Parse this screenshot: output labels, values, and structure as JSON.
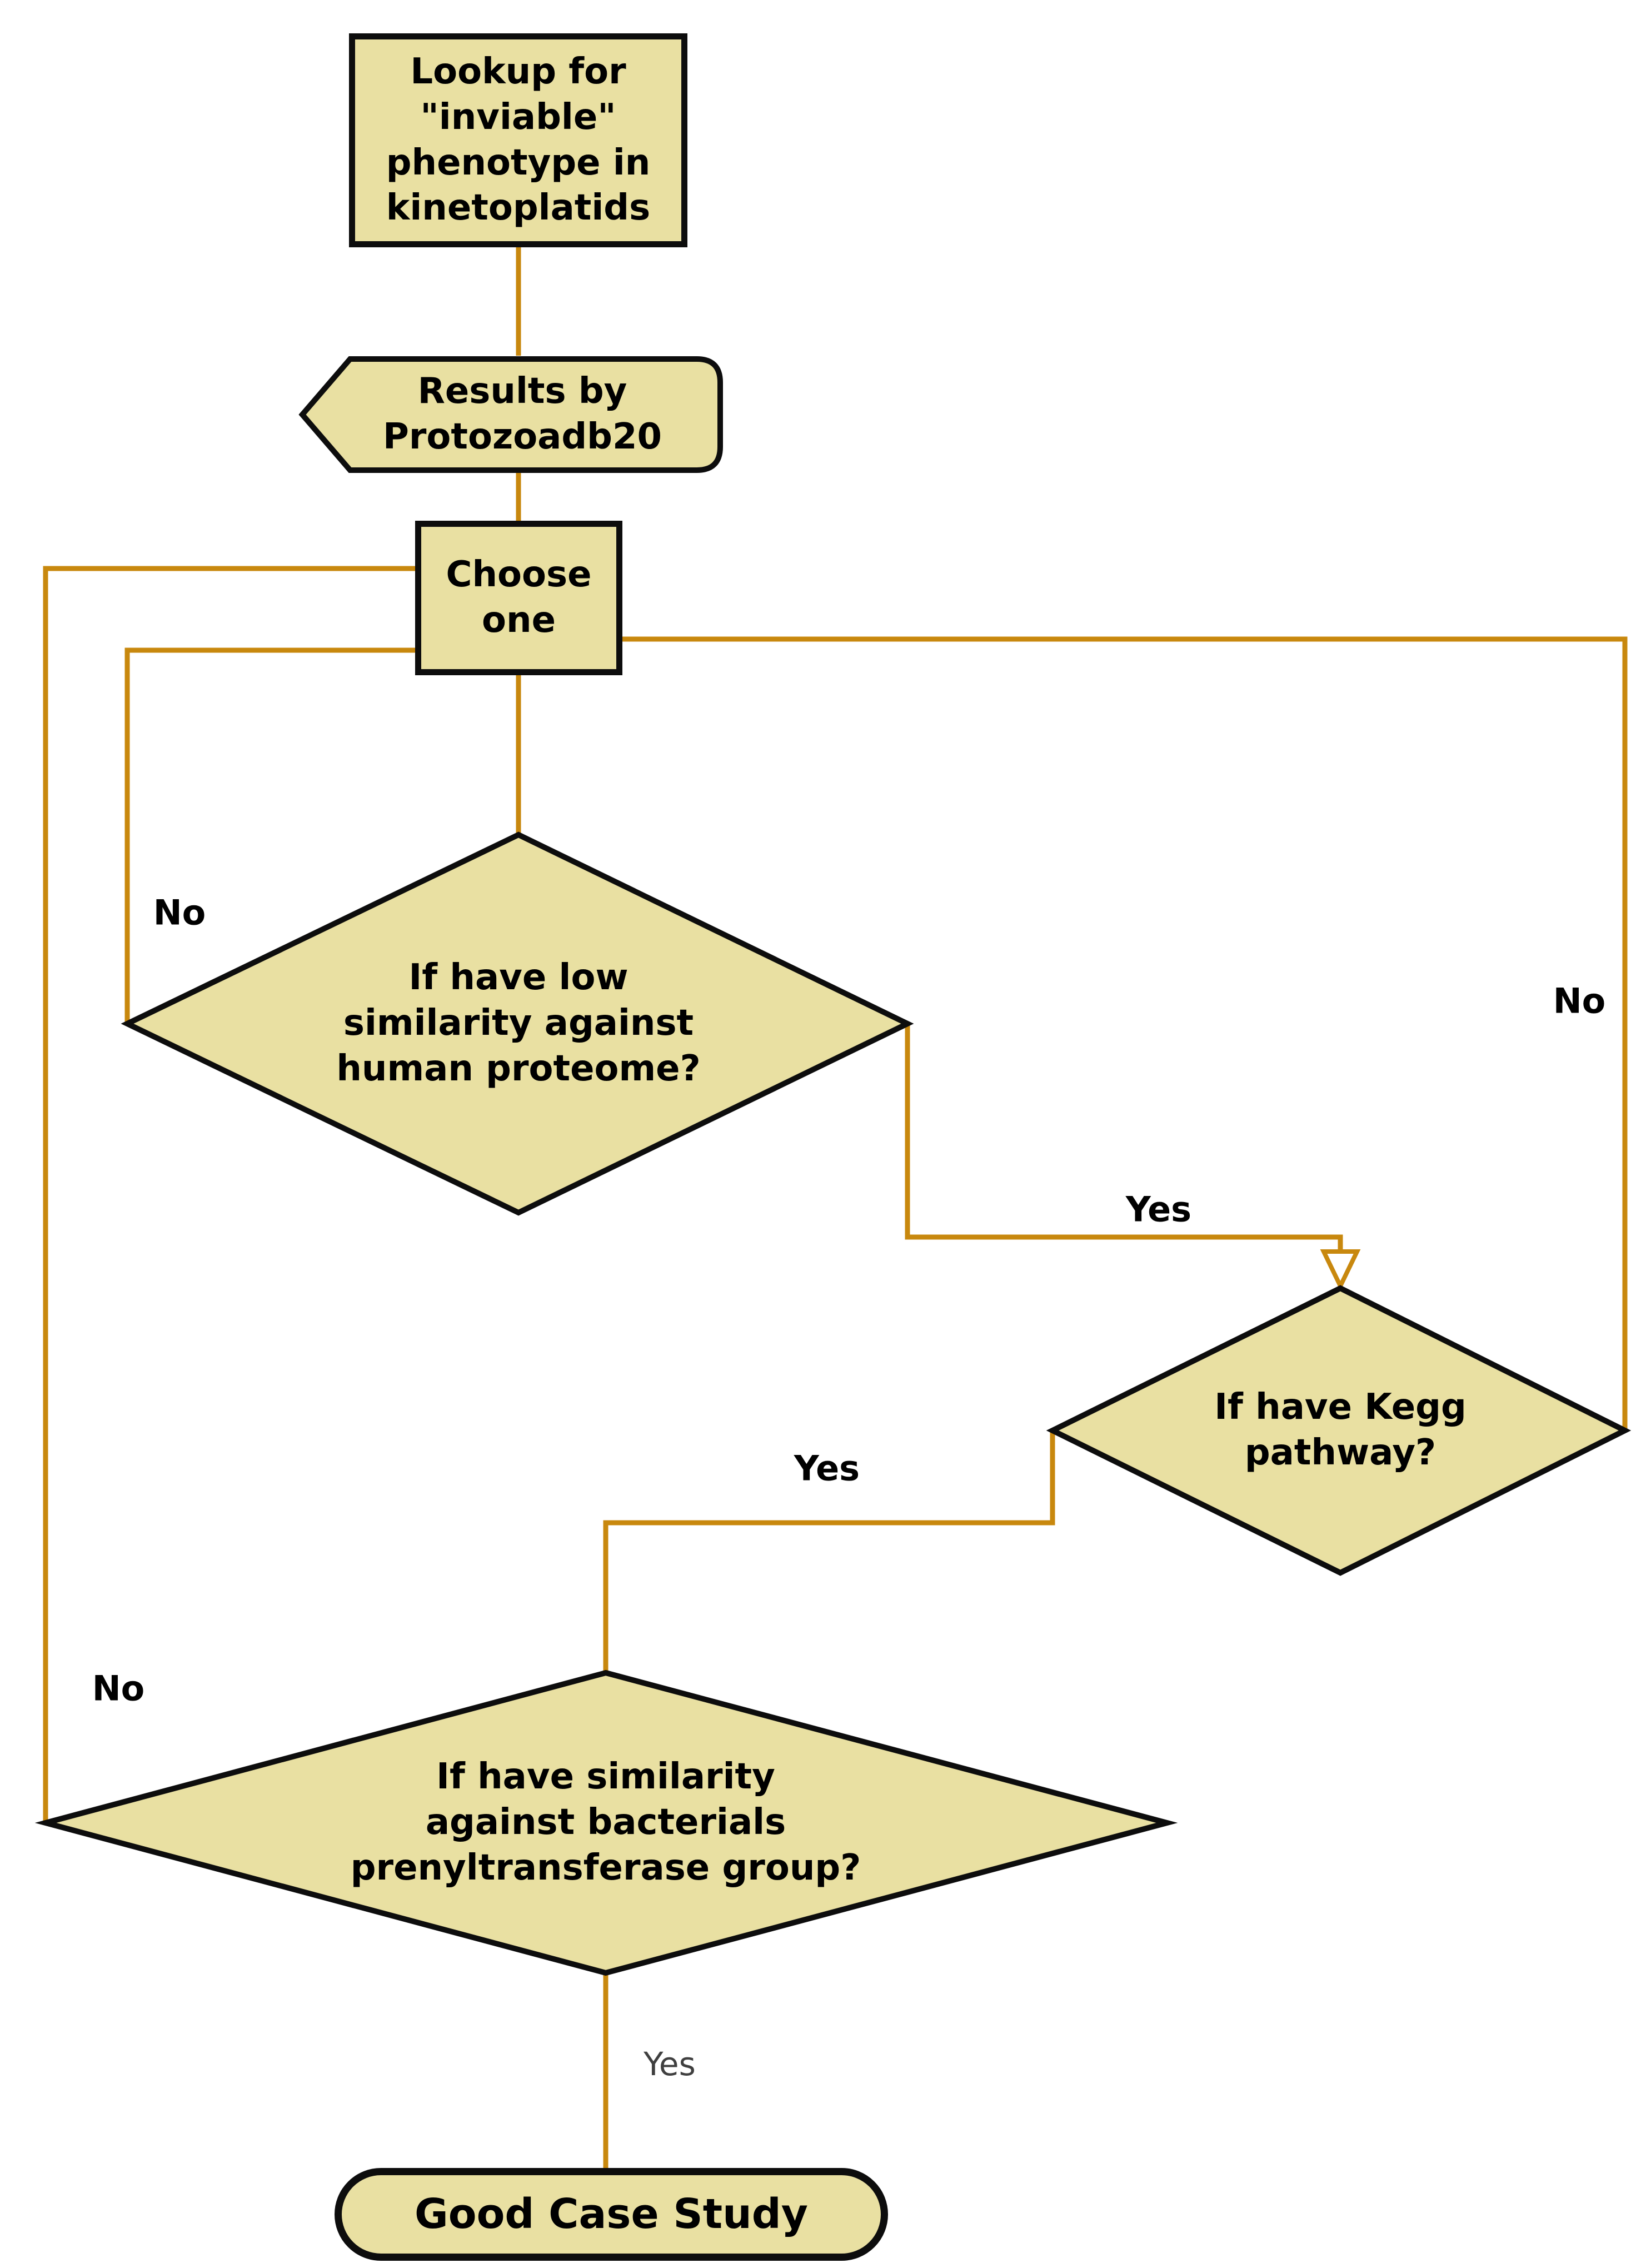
{
  "flowchart": {
    "nodes": {
      "start": {
        "shape": "rectangle",
        "lines": [
          "Lookup for",
          "\"inviable\"",
          "phenotype in",
          "kinetoplatids"
        ]
      },
      "results": {
        "shape": "left-pointer",
        "lines": [
          "Results by",
          "Protozoadb20"
        ]
      },
      "choose": {
        "shape": "rectangle",
        "lines": [
          "Choose",
          "one"
        ]
      },
      "decision_human": {
        "shape": "diamond",
        "lines": [
          "If have low",
          "similarity against",
          "human proteome?"
        ]
      },
      "decision_kegg": {
        "shape": "diamond",
        "lines": [
          "If have Kegg",
          "pathway?"
        ]
      },
      "decision_prenyl": {
        "shape": "diamond",
        "lines": [
          "If have similarity",
          "against bacterials",
          "prenyltransferase group?"
        ]
      },
      "end": {
        "shape": "stadium",
        "lines": [
          "Good Case Study"
        ]
      }
    },
    "edge_labels": {
      "no_human": "No",
      "no_prenyl": "No",
      "no_kegg": "No",
      "yes_human": "Yes",
      "yes_kegg": "Yes",
      "yes_prenyl": "Yes"
    },
    "colors": {
      "node_fill": "#e9e0a2",
      "node_stroke": "#0d0d0d",
      "connector": "#c8880e",
      "label_text": "#000000",
      "muted_label_text": "#3f3f3f",
      "background": "#ffffff"
    }
  }
}
